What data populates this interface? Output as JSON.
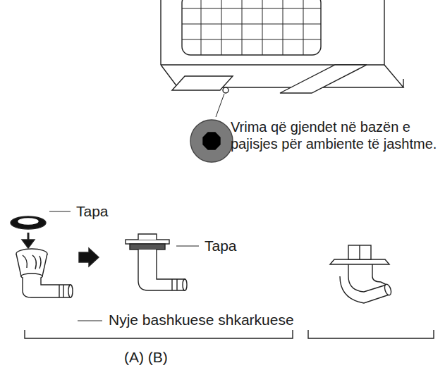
{
  "diagram": {
    "labels": [
      "Vrima që gjendet në bazën e pajisjes për ambiente të jashtme.",
      "Tapa",
      "Tapa",
      "Nyje bashkuese shkarkuese",
      "(A) (B)"
    ]
  }
}
